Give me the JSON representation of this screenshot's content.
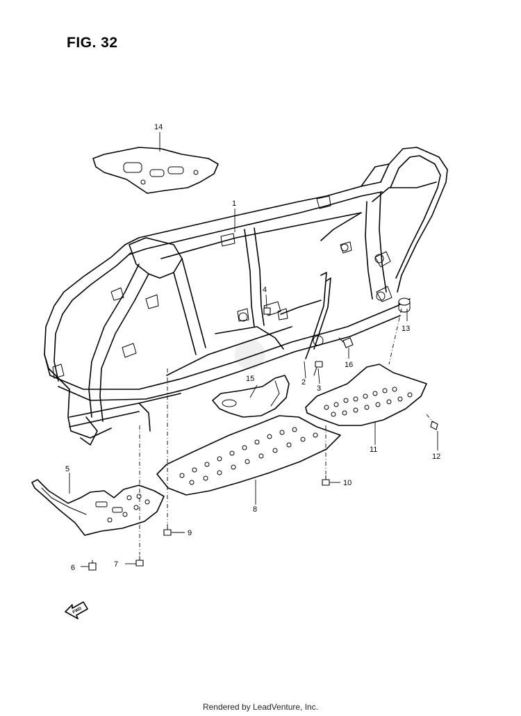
{
  "figure": {
    "title": "FIG. 32"
  },
  "callouts": [
    "1",
    "2",
    "3",
    "4",
    "5",
    "6",
    "7",
    "8",
    "9",
    "10",
    "11",
    "12",
    "13",
    "14",
    "15",
    "16"
  ],
  "arrow": {
    "label": "FWD"
  },
  "footer": {
    "text": "Rendered by LeadVenture, Inc."
  }
}
